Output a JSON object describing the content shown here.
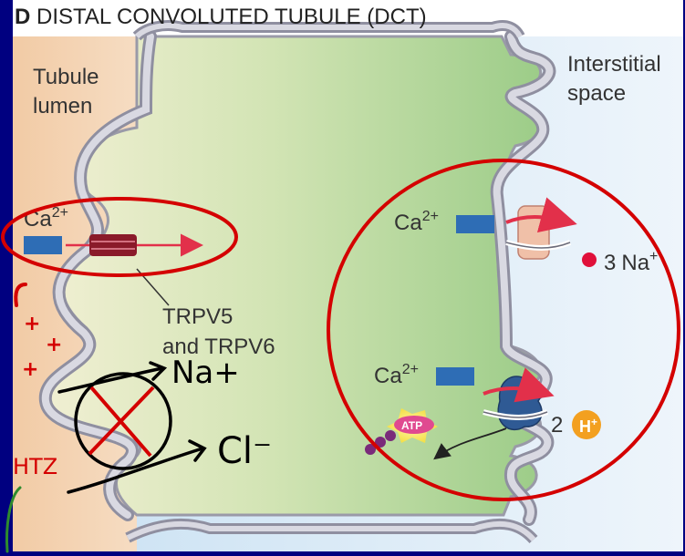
{
  "panel": {
    "letter": "D",
    "title": "DISTAL CONVOLUTED TUBULE (DCT)"
  },
  "regions": {
    "lumen_line1": "Tubule",
    "lumen_line2": "lumen",
    "interstitial_line1": "Interstitial",
    "interstitial_line2": "space"
  },
  "apical": {
    "ion": "Ca",
    "charge": "2+",
    "channel_line1": "TRPV5",
    "channel_line2": "and TRPV6"
  },
  "basolateral": {
    "exchanger_ion": "Ca",
    "exchanger_charge": "2+",
    "exchanger_counter_count": "3",
    "exchanger_counter_ion": "Na",
    "exchanger_counter_charge": "+",
    "pump_ion": "Ca",
    "pump_charge": "2+",
    "pump_counter_count": "2",
    "pump_counter_ion": "H",
    "pump_counter_charge": "+",
    "atp": "ATP"
  },
  "annotations": {
    "na": "Na+",
    "cl": "Cl⁻",
    "htz": "HTZ",
    "plus": "+"
  },
  "colors": {
    "frame": "#000080",
    "annotation_red": "#d40000",
    "pen_black": "#000000",
    "pen_green": "#2e8b2e"
  }
}
